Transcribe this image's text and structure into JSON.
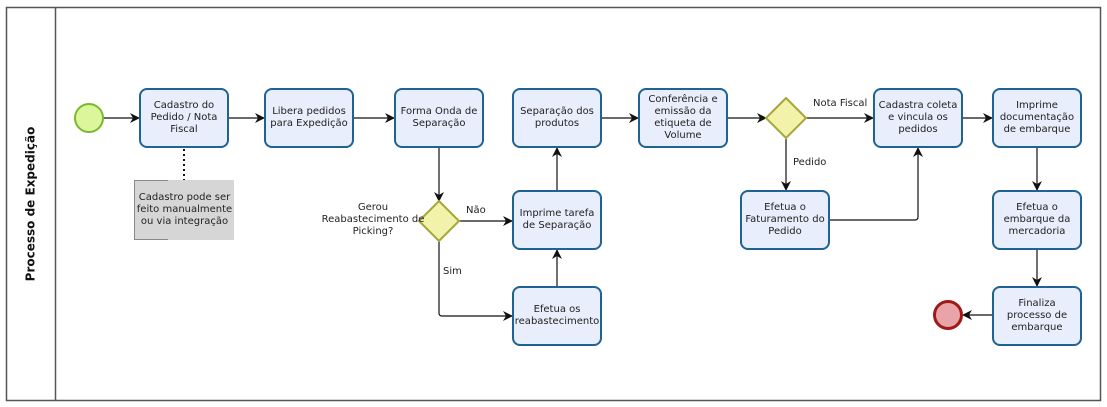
{
  "pool": {
    "lane_title": "Processo de Expedição"
  },
  "colors": {
    "task_fill": "#e8eefb",
    "task_border": "#1e6391",
    "start_fill": "#dcf69c",
    "start_border": "#7cb82f",
    "end_fill": "#e8a4a8",
    "end_border": "#a01818",
    "gateway_fill": "#f2f2ab",
    "gateway_border": "#a6a63a",
    "annotation_fill": "#d6d6d6"
  },
  "events": {
    "start": {
      "type": "start-event"
    },
    "end": {
      "type": "end-event"
    }
  },
  "tasks": {
    "cadastro_pedido": "Cadastro do\nPedido / Nota\nFiscal",
    "libera_pedidos": "Libera pedidos\npara Expedição",
    "forma_onda": "Forma Onda de\nSeparação",
    "separacao_produtos": "Separação dos\nprodutos",
    "conferencia": "Conferência e\nemissão da\netiqueta de\nVolume",
    "cadastra_coleta": "Cadastra coleta\ne vincula os\npedidos",
    "imprime_documentacao": "Imprime\ndocumentação\nde embarque",
    "imprime_tarefa": "Imprime tarefa\nde Separação",
    "efetua_reabastecimento": "Efetua os\nreabastecimento",
    "efetua_faturamento": "Efetua o\nFaturamento do\nPedido",
    "efetua_embarque": "Efetua o\nembarque da\nmercadoria",
    "finaliza_processo": "Finaliza\nprocesso de\nembarque"
  },
  "gateways": {
    "reabastecimento": {
      "question": "Gerou\nReabastecimento de\nPicking?",
      "yes": "Sim",
      "no": "Não"
    },
    "documento": {
      "nota_fiscal": "Nota Fiscal",
      "pedido": "Pedido"
    }
  },
  "annotation": {
    "text": "Cadastro pode ser\nfeito manualmente\nou via integração"
  }
}
